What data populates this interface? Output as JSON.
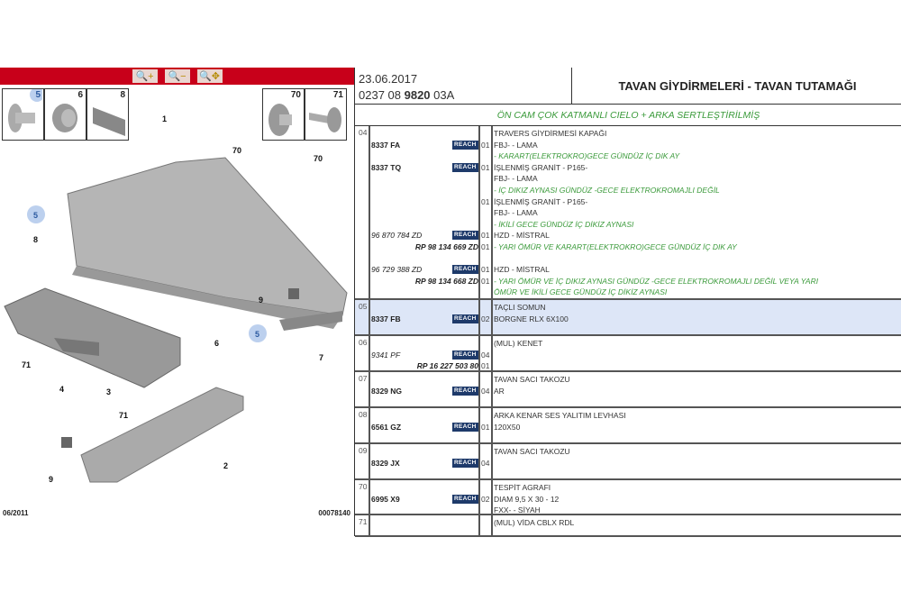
{
  "toolbar": {
    "zoom_in": "zoom-in-icon",
    "zoom_out": "zoom-out-icon",
    "pan": "zoom-pan-icon"
  },
  "diagram": {
    "thumbs": [
      "5",
      "6",
      "8",
      "70",
      "71"
    ],
    "callouts": [
      "1",
      "70",
      "70",
      "5",
      "8",
      "9",
      "5",
      "6",
      "7",
      "71",
      "4",
      "3",
      "71",
      "2",
      "9"
    ],
    "footer_left": "06/2011",
    "footer_right": "00078140"
  },
  "header": {
    "date": "23.06.2017",
    "code_pre": "0237 08 ",
    "code_bold": "9820",
    "code_post": " 03A",
    "title": "TAVAN GİYDİRMELERİ - TAVAN TUTAMAĞI"
  },
  "subtitle": "ÖN CAM ÇOK KATMANLI CIELO + ARKA SERTLEŞTİRİLMİŞ",
  "reach": "REACH",
  "rows": [
    {
      "no": "04",
      "lines": [
        {
          "t": "d",
          "text": "TRAVERS GİYDİRMESİ KAPAĞI"
        },
        {
          "pn": "8337 FA",
          "reach": true,
          "q": "01",
          "t": "d",
          "text": "FBJ- - LAMA"
        },
        {
          "t": "g",
          "text": "- KARART(ELEKTROKRO)GECE GÜNDÜZ İÇ DIK AY"
        },
        {
          "pn": "8337 TQ",
          "reach": true,
          "q": "01",
          "t": "d",
          "text": "İŞLENMİŞ GRANİT - P165-"
        },
        {
          "t": "d",
          "text": "FBJ- - LAMA"
        },
        {
          "t": "g",
          "text": "- İÇ DIKIZ AYNASI GÜNDÜZ -GECE ELEKTROKROMAJLI DEĞİL"
        },
        {
          "q": "01",
          "t": "d",
          "text": "İŞLENMİŞ GRANİT - P165-"
        },
        {
          "t": "d",
          "text": "FBJ- - LAMA"
        },
        {
          "t": "g",
          "text": "- İKİLİ GECE GÜNDÜZ İÇ DİKİZ AYNASI"
        },
        {
          "pn": "96 870 784 ZD",
          "it": true,
          "reach": true,
          "q": "01",
          "t": "d",
          "text": "HZD - MİSTRAL"
        },
        {
          "rp": "RP 98 134 669 ZD",
          "q": "01",
          "t": "g",
          "text": "- YARI ÖMÜR VE KARART(ELEKTROKRO)GECE GÜNDÜZ İÇ DIK AY"
        },
        {
          "t": "d",
          "text": ""
        },
        {
          "pn": "96 729 388 ZD",
          "it": true,
          "reach": true,
          "q": "01",
          "t": "d",
          "text": "HZD - MİSTRAL"
        },
        {
          "rp": "RP 98 134 668 ZD",
          "q": "01",
          "t": "g",
          "text": "- YARI ÖMÜR VE İÇ DIKIZ AYNASI GÜNDÜZ -GECE ELEKTROKROMAJLI DEĞİL VEYA YARI"
        },
        {
          "t": "g",
          "text": "ÖMÜR VE İKİLİ GECE GÜNDÜZ İÇ DİKİZ AYNASI"
        }
      ]
    },
    {
      "no": "05",
      "sel": true,
      "lines": [
        {
          "t": "d",
          "text": "TAÇLI SOMUN"
        },
        {
          "pn": "8337 FB",
          "reach": true,
          "q": "02",
          "t": "d",
          "text": "BORGNE RLX 6X100"
        }
      ]
    },
    {
      "no": "06",
      "lines": [
        {
          "t": "d",
          "text": "(MUL) KENET"
        },
        {
          "pn": "9341 PF",
          "it": true,
          "reach": true,
          "q": "04",
          "t": "d",
          "text": ""
        },
        {
          "rp": "RP 16 227 503 80",
          "q": "01",
          "t": "d",
          "text": ""
        }
      ]
    },
    {
      "no": "07",
      "lines": [
        {
          "t": "d",
          "text": "TAVAN SACI TAKOZU"
        },
        {
          "pn": "8329 NG",
          "reach": true,
          "q": "04",
          "t": "d",
          "text": "AR"
        }
      ]
    },
    {
      "no": "08",
      "lines": [
        {
          "t": "d",
          "text": "ARKA KENAR SES YALITIM LEVHASI"
        },
        {
          "pn": "6561 GZ",
          "reach": true,
          "q": "01",
          "t": "d",
          "text": "120X50"
        }
      ]
    },
    {
      "no": "09",
      "lines": [
        {
          "t": "d",
          "text": "TAVAN SACI TAKOZU"
        },
        {
          "pn": "8329 JX",
          "reach": true,
          "q": "04",
          "t": "d",
          "text": ""
        }
      ]
    },
    {
      "no": "70",
      "lines": [
        {
          "t": "d",
          "text": "TESPİT AGRAFI"
        },
        {
          "pn": "6995 X9",
          "reach": true,
          "q": "02",
          "t": "d",
          "text": "DIAM 9,5 X 30 - 12"
        },
        {
          "t": "d",
          "text": "FXX- - SİYAH"
        }
      ]
    },
    {
      "no": "71",
      "lines": [
        {
          "t": "d",
          "text": "(MUL) VİDA CBLX RDL"
        }
      ]
    }
  ]
}
